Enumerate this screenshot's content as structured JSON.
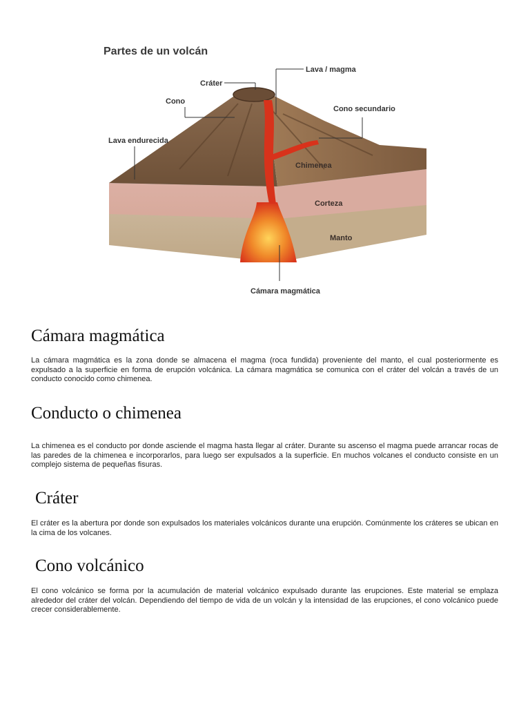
{
  "figure": {
    "title": "Partes de un volcán",
    "labels": {
      "crater": "Cráter",
      "lava_magma": "Lava / magma",
      "cono": "Cono",
      "cono_secundario": "Cono secundario",
      "lava_endurecida": "Lava endurecida",
      "chimenea": "Chimenea",
      "corteza": "Corteza",
      "manto": "Manto",
      "camara_magmatica": "Cámara magmática"
    }
  },
  "sections": [
    {
      "heading": "Cámara magmática",
      "text": "La cámara magmática es la zona donde se almacena el magma (roca fundida) proveniente del manto, el cual posteriormente es expulsado a la superficie en forma de erupción volcánica. La cámara magmática se comunica con el cráter del volcán a través de un conducto conocido como chimenea."
    },
    {
      "heading": "Conducto o chimenea",
      "text": "La chimenea es el conducto por donde asciende el magma hasta llegar al cráter. Durante su ascenso el magma puede arrancar rocas de las paredes de la chimenea e incorporarlos, para luego ser expulsados a la superficie. En muchos volcanes el conducto consiste en un complejo sistema de pequeñas fisuras."
    },
    {
      "heading": "Cráter",
      "text": "El cráter es la abertura por donde son expulsados los materiales volcánicos durante una erupción. Comúnmente los cráteres se ubican en la cima de los volcanes."
    },
    {
      "heading": "Cono volcánico",
      "text": "El cono volcánico se forma por la acumulación de material volcánico expulsado durante las erupciones. Este material se emplaza alrededor del cráter del volcán. Dependiendo del tiempo de vida de un volcán y la intensidad de las erupciones, el cono volcánico puede crecer considerablemente."
    }
  ]
}
